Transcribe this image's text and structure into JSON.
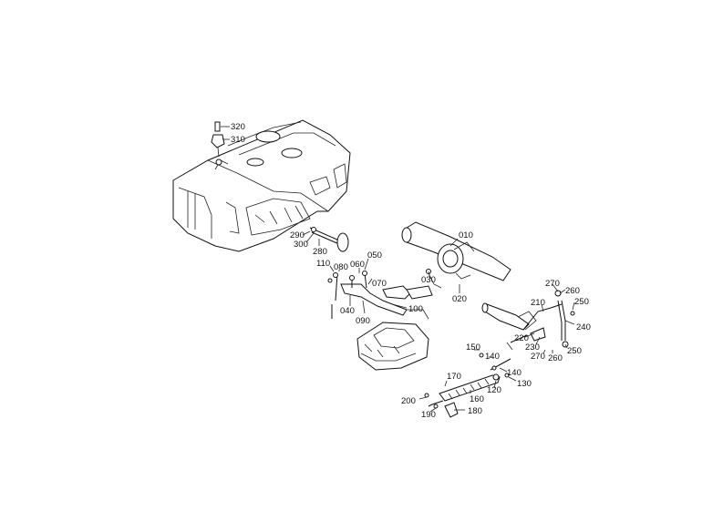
{
  "diagram": {
    "callouts": [
      {
        "id": "c320",
        "text": "320"
      },
      {
        "id": "c310",
        "text": "310"
      },
      {
        "id": "c290",
        "text": "290"
      },
      {
        "id": "c300",
        "text": "300"
      },
      {
        "id": "c280",
        "text": "280"
      },
      {
        "id": "c010",
        "text": "010"
      },
      {
        "id": "c050",
        "text": "050"
      },
      {
        "id": "c060",
        "text": "060"
      },
      {
        "id": "c080",
        "text": "080"
      },
      {
        "id": "c110",
        "text": "110"
      },
      {
        "id": "c070",
        "text": "070"
      },
      {
        "id": "c030",
        "text": "030"
      },
      {
        "id": "c020",
        "text": "020"
      },
      {
        "id": "c040",
        "text": "040"
      },
      {
        "id": "c090",
        "text": "090"
      },
      {
        "id": "c100",
        "text": "100"
      },
      {
        "id": "c270a",
        "text": "270"
      },
      {
        "id": "c260a",
        "text": "260"
      },
      {
        "id": "c210",
        "text": "210"
      },
      {
        "id": "c250a",
        "text": "250"
      },
      {
        "id": "c240",
        "text": "240"
      },
      {
        "id": "c220",
        "text": "220"
      },
      {
        "id": "c230",
        "text": "230"
      },
      {
        "id": "c250b",
        "text": "250"
      },
      {
        "id": "c270b",
        "text": "270"
      },
      {
        "id": "c260b",
        "text": "260"
      },
      {
        "id": "c150",
        "text": "150"
      },
      {
        "id": "c140a",
        "text": "140"
      },
      {
        "id": "c140b",
        "text": "140"
      },
      {
        "id": "c170",
        "text": "170"
      },
      {
        "id": "c130",
        "text": "130"
      },
      {
        "id": "c120",
        "text": "120"
      },
      {
        "id": "c160",
        "text": "160"
      },
      {
        "id": "c200",
        "text": "200"
      },
      {
        "id": "c190",
        "text": "190"
      },
      {
        "id": "c180",
        "text": "180"
      }
    ]
  }
}
